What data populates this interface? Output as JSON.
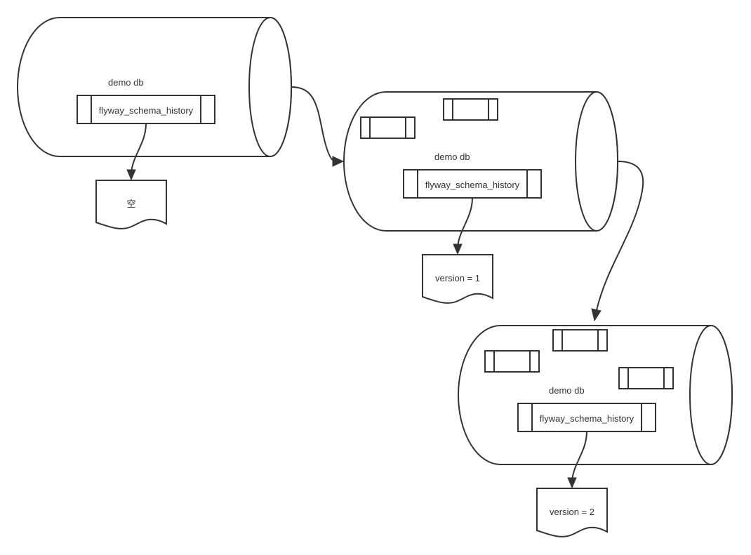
{
  "diagram": {
    "databases": [
      {
        "label": "demo db",
        "history_table": "flyway_schema_history",
        "record": "空"
      },
      {
        "label": "demo db",
        "history_table": "flyway_schema_history",
        "record": "version = 1"
      },
      {
        "label": "demo db",
        "history_table": "flyway_schema_history",
        "record": "version = 2"
      }
    ]
  }
}
